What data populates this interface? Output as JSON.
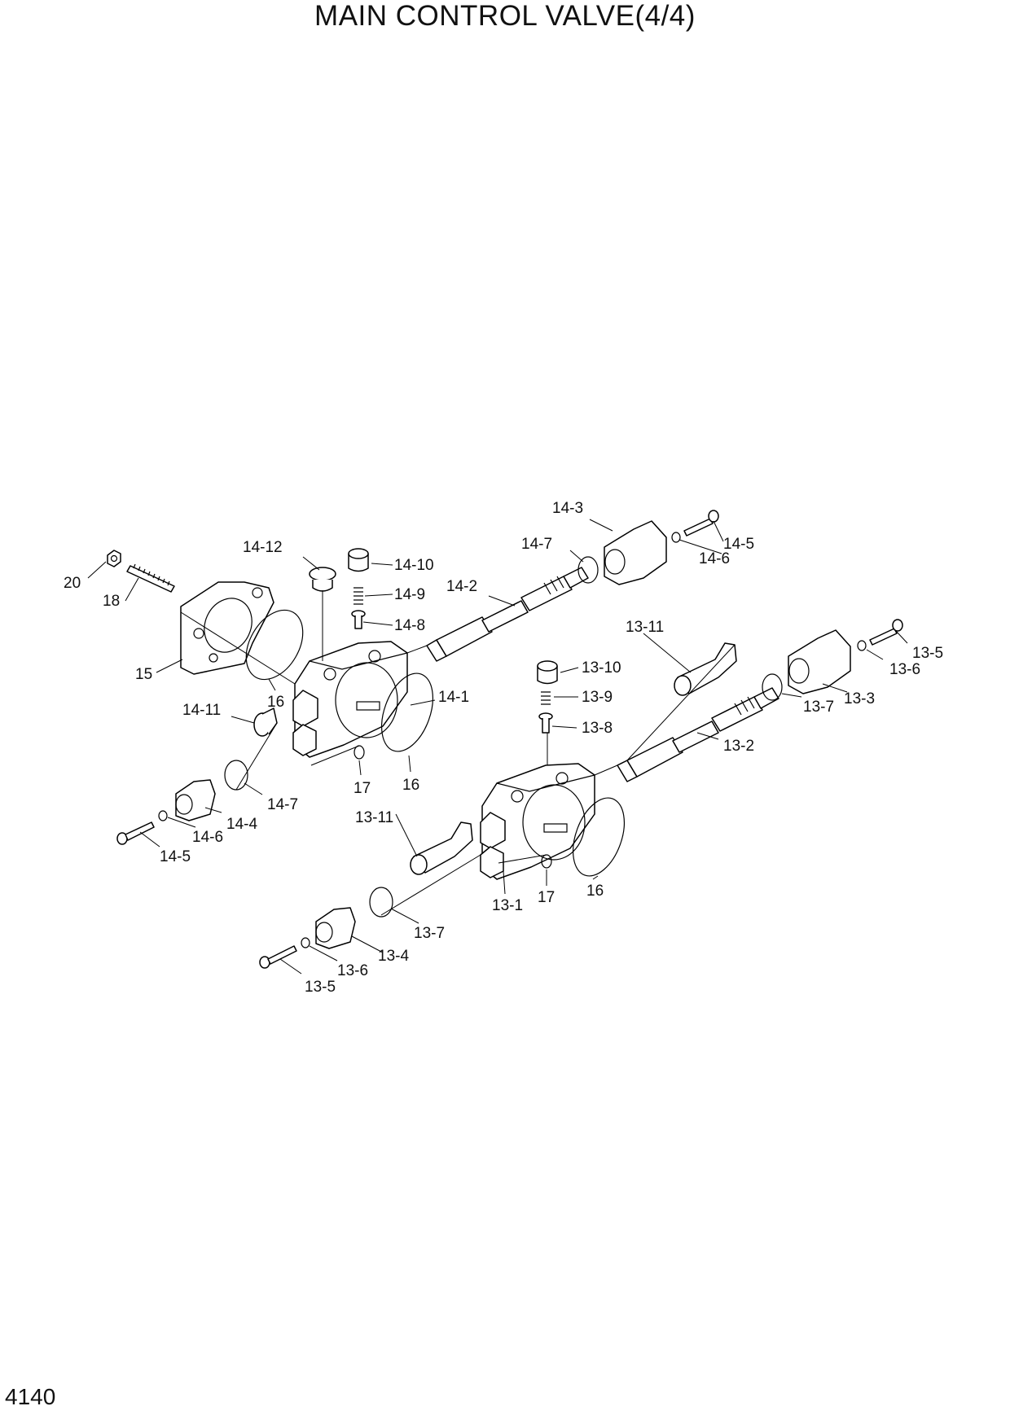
{
  "title": "MAIN CONTROL VALVE(4/4)",
  "page_number": "4140",
  "callouts": {
    "c_14_3": "14-3",
    "c_14_7_top": "14-7",
    "c_14_5_top": "14-5",
    "c_14_6_top": "14-6",
    "c_14_12": "14-12",
    "c_14_10": "14-10",
    "c_14_9": "14-9",
    "c_14_8": "14-8",
    "c_14_2": "14-2",
    "c_20": "20",
    "c_18": "18",
    "c_15": "15",
    "c_16_a": "16",
    "c_14_1": "14-1",
    "c_14_11": "14-11",
    "c_17_a": "17",
    "c_16_b": "16",
    "c_14_7_bot": "14-7",
    "c_14_4": "14-4",
    "c_14_6_bot": "14-6",
    "c_14_5_bot": "14-5",
    "c_13_11_top": "13-11",
    "c_13_10": "13-10",
    "c_13_9": "13-9",
    "c_13_8": "13-8",
    "c_13_5_top": "13-5",
    "c_13_6_top": "13-6",
    "c_13_3": "13-3",
    "c_13_7_top": "13-7",
    "c_13_2": "13-2",
    "c_13_11_bot": "13-11",
    "c_16_c": "16",
    "c_17_b": "17",
    "c_13_1": "13-1",
    "c_13_7_bot": "13-7",
    "c_13_4": "13-4",
    "c_13_6_bot": "13-6",
    "c_13_5_bot": "13-5"
  }
}
